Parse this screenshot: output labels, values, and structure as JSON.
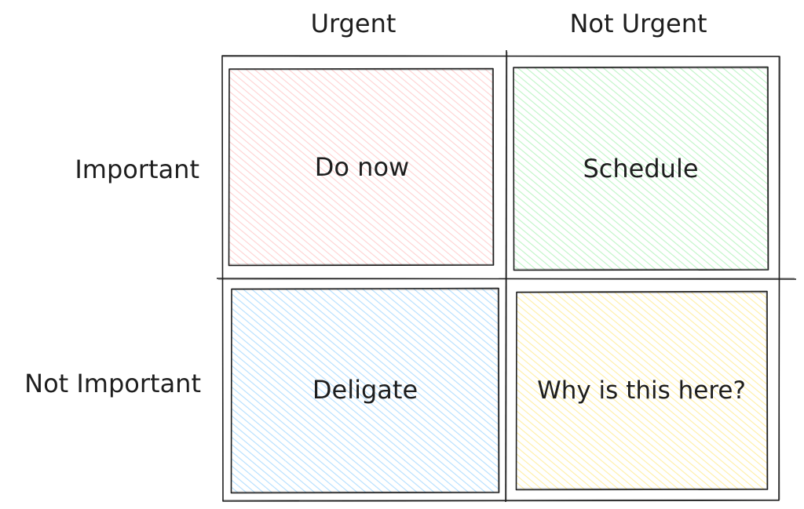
{
  "columns": {
    "urgent": "Urgent",
    "not_urgent": "Not Urgent"
  },
  "rows": {
    "important": "Important",
    "not_important": "Not Important"
  },
  "quadrants": {
    "do_now": {
      "label": "Do now",
      "fill": "#ffc9c9",
      "stroke": "#f3a6a6"
    },
    "schedule": {
      "label": "Schedule",
      "fill": "#b2f2bb",
      "stroke": "#8fd99a"
    },
    "delegate": {
      "label": "Deligate",
      "fill": "#a5d8ff",
      "stroke": "#86c3f0"
    },
    "eliminate": {
      "label": "Why is this here?",
      "fill": "#ffec99",
      "stroke": "#f0d873"
    }
  },
  "colors": {
    "ink": "#1e1e1e"
  }
}
